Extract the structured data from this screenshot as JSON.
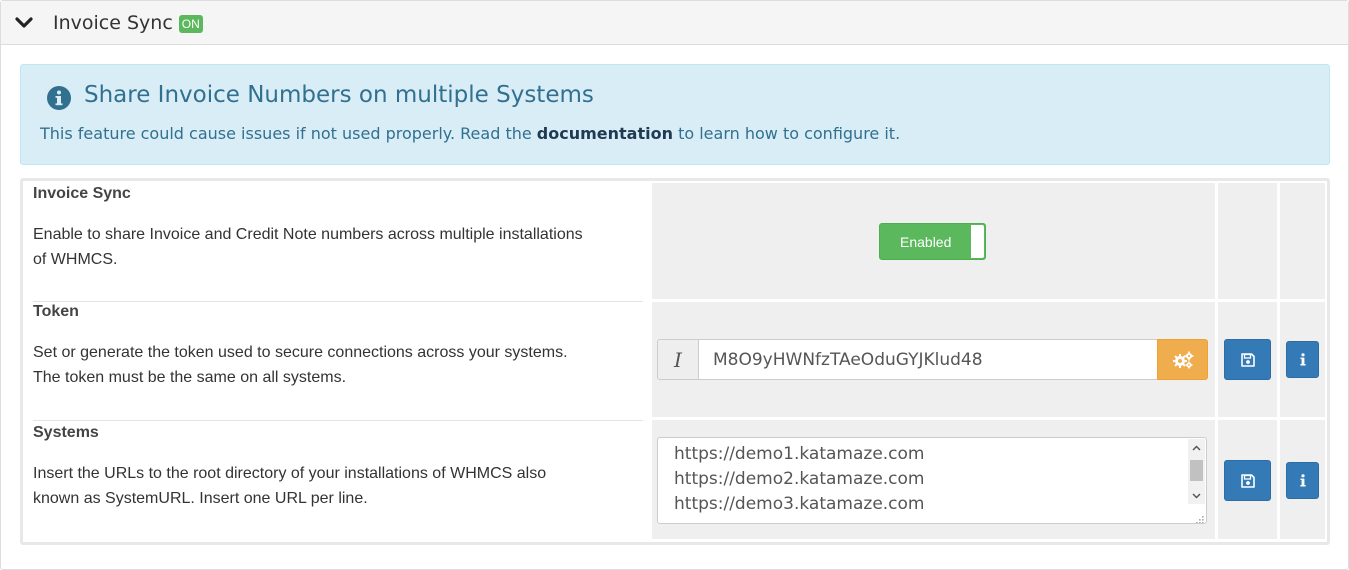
{
  "panel": {
    "title": "Invoice Sync",
    "badge": "ON"
  },
  "alert": {
    "title": "Share Invoice Numbers on multiple Systems",
    "text_before": "This feature could cause issues if not used properly. Read the ",
    "link": "documentation",
    "text_after": " to learn how to configure it."
  },
  "settings": {
    "invoice_sync": {
      "title": "Invoice Sync",
      "description_line1": "Enable to share Invoice and Credit Note numbers across multiple installations",
      "description_line2": "of WHMCS.",
      "toggle_label": "Enabled"
    },
    "token": {
      "title": "Token",
      "description_line1": "Set or generate the token used to secure connections across your systems.",
      "description_line2": "The token must be the same on all systems.",
      "addon_glyph": "I",
      "value": "M8O9yHWNfzTAeOduGYJKlud48"
    },
    "systems": {
      "title": "Systems",
      "description_line1": "Insert the URLs to the root directory of your installations of WHMCS also",
      "description_line2": "known as SystemURL. Insert one URL per line.",
      "urls": [
        "https://demo1.katamaze.com",
        "https://demo2.katamaze.com",
        "https://demo3.katamaze.com"
      ]
    }
  },
  "icons": {
    "collapse": "chevron-down-icon",
    "info_circle": "info-circle-icon",
    "generate": "cogs-icon",
    "save": "floppy-disk-icon",
    "info": "info-icon"
  },
  "colors": {
    "success": "#5cb85c",
    "primary": "#337ab7",
    "warning": "#f0ad4e",
    "info_bg": "#d9edf7",
    "info_text": "#31708f"
  }
}
